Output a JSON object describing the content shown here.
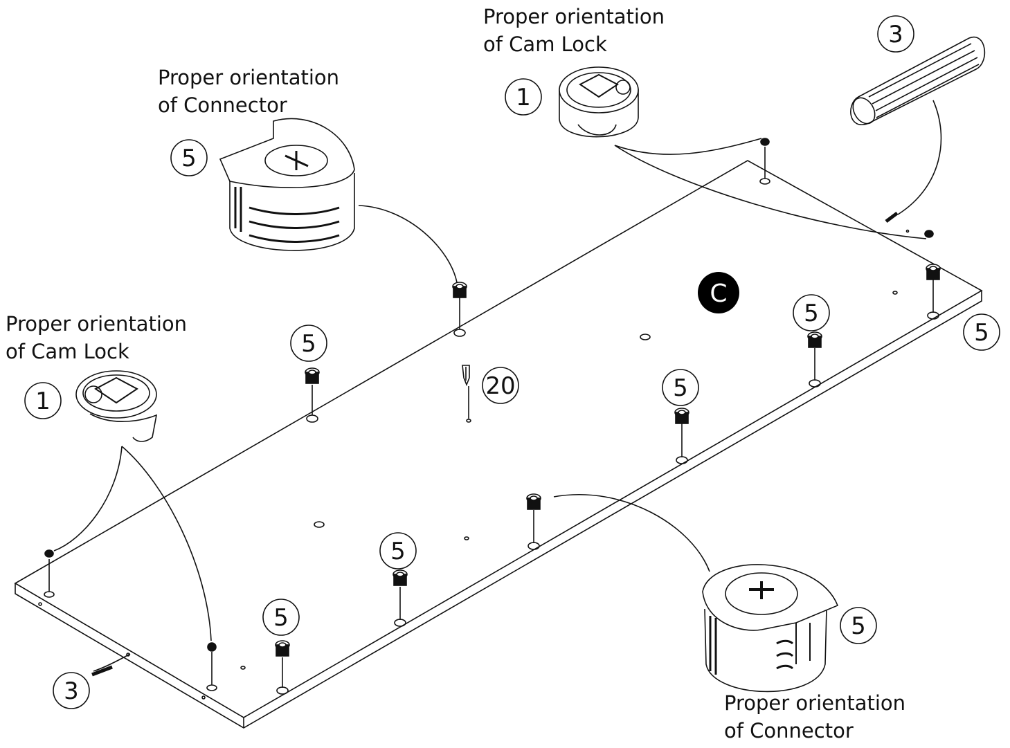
{
  "panel_badge": "C",
  "notes": {
    "cam_top": [
      "Proper orientation",
      "of Cam Lock"
    ],
    "conn_top": [
      "Proper orientation",
      "of Connector"
    ],
    "cam_left": [
      "Proper orientation",
      "of Cam Lock"
    ],
    "conn_bottom": [
      "Proper orientation",
      "of Connector"
    ]
  },
  "callouts": {
    "cam_lock_top": "1",
    "cam_lock_left": "1",
    "dowel_top": "3",
    "dowel_bottom": "3",
    "conn_detail_top": "5",
    "conn_detail_bottom": "5",
    "conn_right_end": "5",
    "conn_1": "5",
    "conn_2": "5",
    "conn_3": "5",
    "conn_4": "5",
    "conn_5": "5",
    "nail": "20"
  },
  "colors": {
    "ink": "#111111",
    "badge": "#000000",
    "paper": "#ffffff"
  }
}
